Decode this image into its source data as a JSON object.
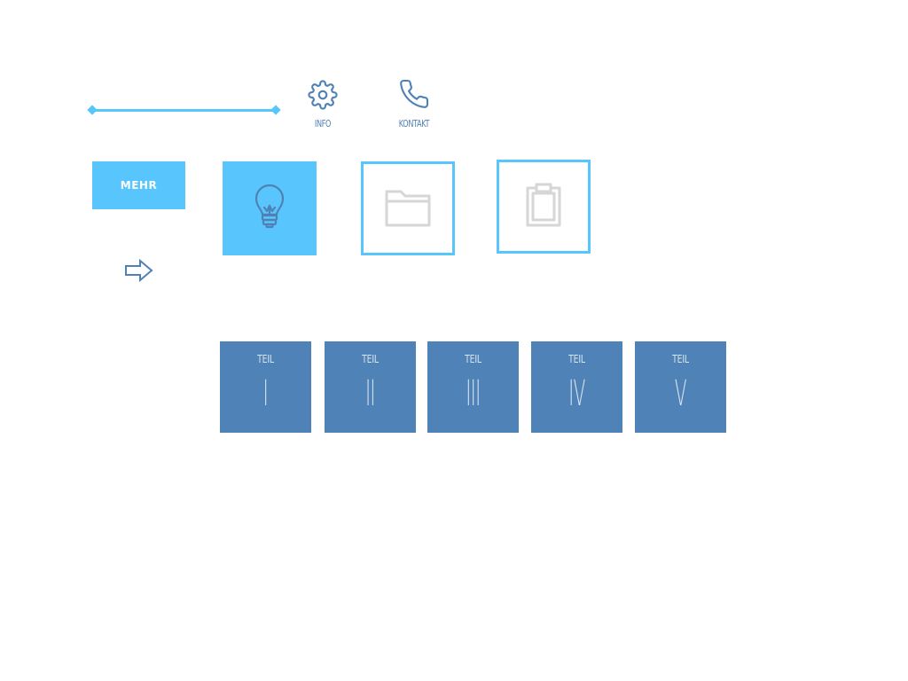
{
  "colors": {
    "accent": "#58c6fd",
    "dark_blue": "#4f82b6",
    "icon_grey": "#d6d6d6"
  },
  "nav": [
    {
      "label": "INFO",
      "icon": "gear-icon"
    },
    {
      "label": "KONTAKT",
      "icon": "phone-icon"
    }
  ],
  "button": {
    "label": "MEHR"
  },
  "tiles": [
    {
      "icon": "lightbulb-icon",
      "style": "filled"
    },
    {
      "icon": "folder-icon",
      "style": "outlined"
    },
    {
      "icon": "clipboard-icon",
      "style": "outlined"
    }
  ],
  "arrow_icon": "arrow-right-icon",
  "parts": [
    {
      "caption": "TEIL",
      "numeral": "I"
    },
    {
      "caption": "TEIL",
      "numeral": "II"
    },
    {
      "caption": "TEIL",
      "numeral": "III"
    },
    {
      "caption": "TEIL",
      "numeral": "IV"
    },
    {
      "caption": "TEIL",
      "numeral": "V"
    }
  ]
}
